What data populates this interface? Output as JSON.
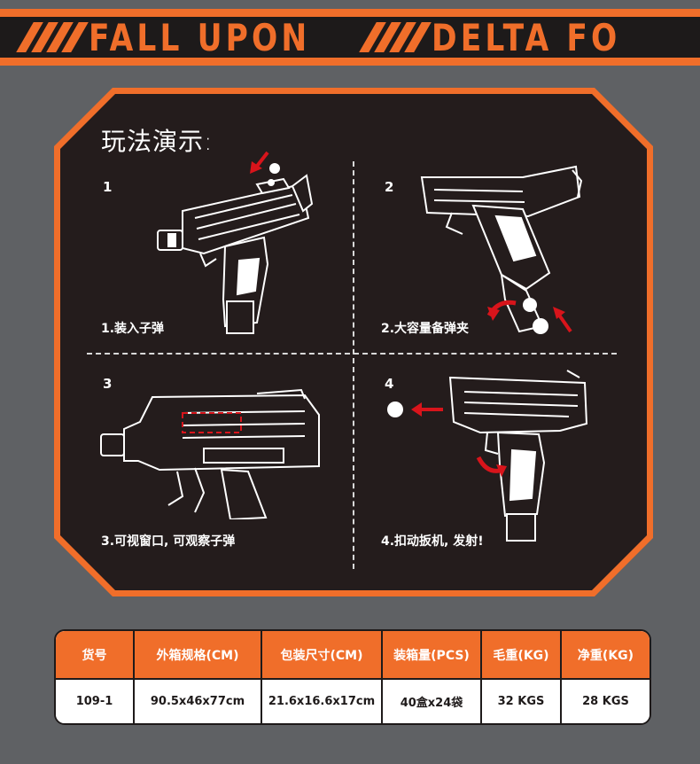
{
  "banner": {
    "text_1": "FALL UPON",
    "text_2": "DELTA FO"
  },
  "demo": {
    "title": "玩法演示:",
    "steps": [
      {
        "num": "1",
        "caption": "1.装入子弹"
      },
      {
        "num": "2",
        "caption": "2.大容量备弹夹"
      },
      {
        "num": "3",
        "caption": "3.可视窗口, 可观察子弹"
      },
      {
        "num": "4",
        "caption": "4.扣动扳机, 发射!"
      }
    ]
  },
  "spec_table": {
    "headers": [
      "货号",
      "外箱规格(CM)",
      "包装尺寸(CM)",
      "装箱量(PCS)",
      "毛重(KG)",
      "净重(KG)"
    ],
    "row": [
      "109-1",
      "90.5x46x77cm",
      "21.6x16.6x17cm",
      "40盒x24袋",
      "32 KGS",
      "28 KGS"
    ]
  },
  "colors": {
    "accent": "#f06e2a",
    "dark": "#241c1c",
    "background": "#5f6164",
    "arrow": "#d8141b"
  }
}
